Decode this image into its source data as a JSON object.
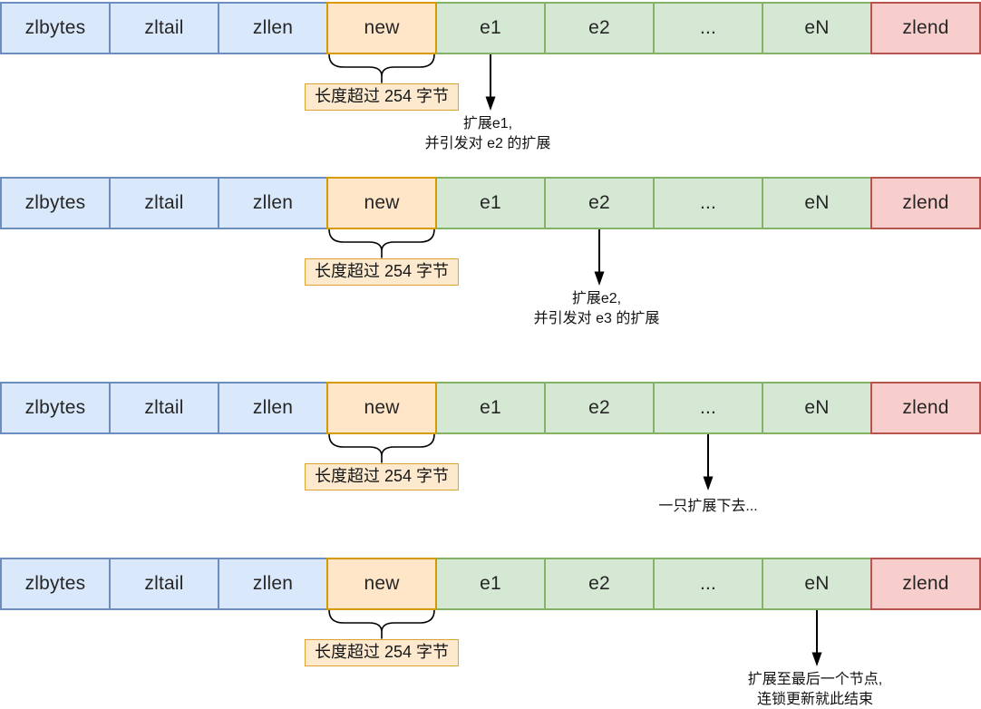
{
  "palette": {
    "header_fill": "#dae8fc",
    "header_border": "#6c8ebf",
    "new_fill": "#ffe6c9",
    "new_border": "#d79b00",
    "entry_fill": "#d5e8d4",
    "entry_border": "#82b366",
    "end_fill": "#f8cecc",
    "end_border": "#b85450",
    "note_fill": "#fce9ce",
    "note_border": "#dba52e",
    "line_color": "#000000"
  },
  "cells": [
    {
      "name": "zlbytes",
      "type": "blue"
    },
    {
      "name": "zltail",
      "type": "blue"
    },
    {
      "name": "zllen",
      "type": "blue"
    },
    {
      "name": "new",
      "type": "orange"
    },
    {
      "name": "e1",
      "type": "green"
    },
    {
      "name": "e2",
      "type": "green"
    },
    {
      "name": "...",
      "type": "green"
    },
    {
      "name": "eN",
      "type": "green"
    },
    {
      "name": "zlend",
      "type": "red"
    }
  ],
  "note_label": "长度超过 254 字节",
  "rows": [
    {
      "arrow_from": "e1",
      "caption_line1": "扩展e1,",
      "caption_line2": "并引发对 e2 的扩展"
    },
    {
      "arrow_from": "e2",
      "caption_line1": "扩展e2,",
      "caption_line2": "并引发对 e3 的扩展"
    },
    {
      "arrow_from": "...",
      "caption_line1": "一只扩展下去...",
      "caption_line2": ""
    },
    {
      "arrow_from": "eN",
      "caption_line1": "扩展至最后一个节点,",
      "caption_line2": "连锁更新就此结束"
    }
  ]
}
